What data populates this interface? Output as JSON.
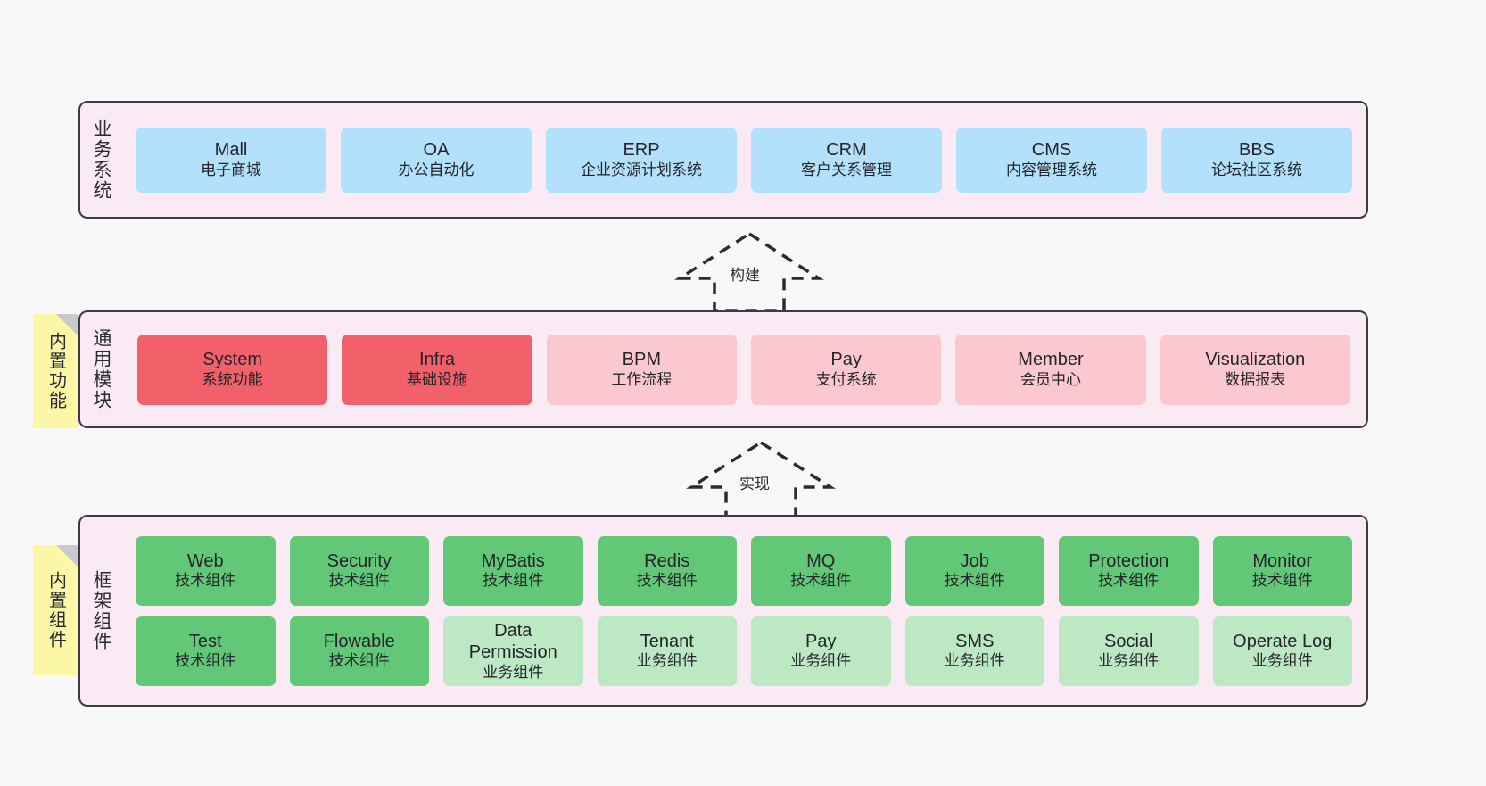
{
  "diagram": {
    "background_color": "#f8f8f8",
    "panel_color": "#f9eaf4",
    "border_color": "#3b3b44"
  },
  "layers": {
    "business": {
      "label": "业务系统",
      "card_color": "#b3e0fb",
      "cards": [
        {
          "title": "Mall",
          "subtitle": "电子商城"
        },
        {
          "title": "OA",
          "subtitle": "办公自动化"
        },
        {
          "title": "ERP",
          "subtitle": "企业资源计划系统"
        },
        {
          "title": "CRM",
          "subtitle": "客户关系管理"
        },
        {
          "title": "CMS",
          "subtitle": "内容管理系统"
        },
        {
          "title": "BBS",
          "subtitle": "论坛社区系统"
        }
      ]
    },
    "modules": {
      "label": "通用模块",
      "sticky": "内置功能",
      "card_color_primary": "#f2606a",
      "card_color_secondary": "#fbc8cf",
      "cards": [
        {
          "title": "System",
          "subtitle": "系统功能"
        },
        {
          "title": "Infra",
          "subtitle": "基础设施"
        },
        {
          "title": "BPM",
          "subtitle": "工作流程"
        },
        {
          "title": "Pay",
          "subtitle": "支付系统"
        },
        {
          "title": "Member",
          "subtitle": "会员中心"
        },
        {
          "title": "Visualization",
          "subtitle": "数据报表"
        }
      ]
    },
    "framework": {
      "label": "框架组件",
      "sticky": "内置组件",
      "card_color_tech": "#62c878",
      "card_color_business": "#bde8c4",
      "row1": [
        {
          "title": "Web",
          "subtitle": "技术组件"
        },
        {
          "title": "Security",
          "subtitle": "技术组件"
        },
        {
          "title": "MyBatis",
          "subtitle": "技术组件"
        },
        {
          "title": "Redis",
          "subtitle": "技术组件"
        },
        {
          "title": "MQ",
          "subtitle": "技术组件"
        },
        {
          "title": "Job",
          "subtitle": "技术组件"
        },
        {
          "title": "Protection",
          "subtitle": "技术组件"
        },
        {
          "title": "Monitor",
          "subtitle": "技术组件"
        }
      ],
      "row2": [
        {
          "title": "Test",
          "subtitle": "技术组件"
        },
        {
          "title": "Flowable",
          "subtitle": "技术组件"
        },
        {
          "title": "Data Permission",
          "subtitle": "业务组件"
        },
        {
          "title": "Tenant",
          "subtitle": "业务组件"
        },
        {
          "title": "Pay",
          "subtitle": "业务组件"
        },
        {
          "title": "SMS",
          "subtitle": "业务组件"
        },
        {
          "title": "Social",
          "subtitle": "业务组件"
        },
        {
          "title": "Operate Log",
          "subtitle": "业务组件"
        }
      ]
    }
  },
  "arrows": {
    "build": {
      "label": "构建"
    },
    "implement": {
      "label": "实现"
    }
  }
}
